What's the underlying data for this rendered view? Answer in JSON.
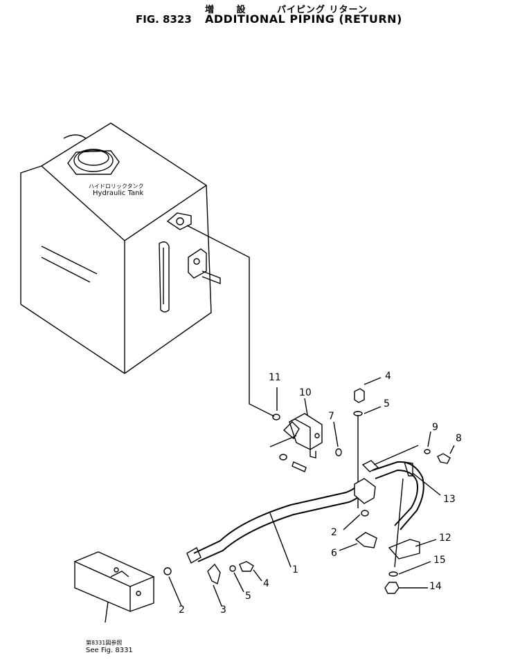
{
  "header": {
    "jp_left": "増 設",
    "jp_right": "パイピング リターン",
    "fig_number": "FIG. 8323",
    "title": "ADDITIONAL PIPING (RETURN)"
  },
  "labels": {
    "tank_jp": "ハイドロリックタンク",
    "tank_en": "Hydraulic Tank",
    "ref_jp": "第8331図参照",
    "ref_en": "See Fig. 8331"
  },
  "part_numbers": [
    "1",
    "2",
    "3",
    "4",
    "5",
    "2",
    "6",
    "4",
    "5",
    "7",
    "8",
    "9",
    "10",
    "11",
    "12",
    "13",
    "14",
    "15"
  ]
}
